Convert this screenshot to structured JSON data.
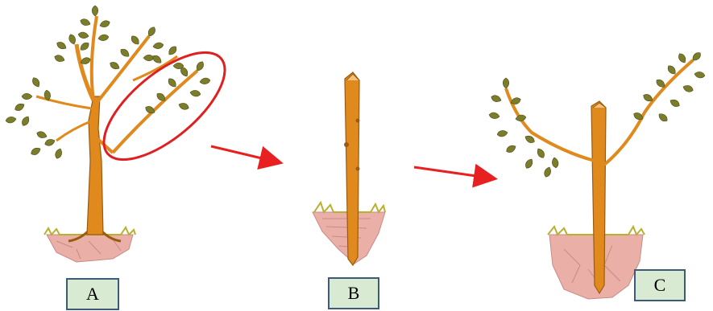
{
  "labels": {
    "a": "A",
    "b": "B",
    "c": "C"
  },
  "colors": {
    "trunk": "#e08a1e",
    "trunk_dark": "#9a5a10",
    "leaf": "#7b7d2a",
    "leaf_light": "#c9c98a",
    "soil": "#eab0a8",
    "soil_dark": "#c98a86",
    "grass": "#b8b030",
    "highlight_ellipse": "#e02020",
    "arrow": "#e82020",
    "label_fill": "#d9ead3",
    "label_border": "#3c5a7a"
  },
  "icons": [
    "tree-icon",
    "cut-stake-icon",
    "sprouted-cutting-icon",
    "arrow-right-icon",
    "highlight-ellipse"
  ]
}
